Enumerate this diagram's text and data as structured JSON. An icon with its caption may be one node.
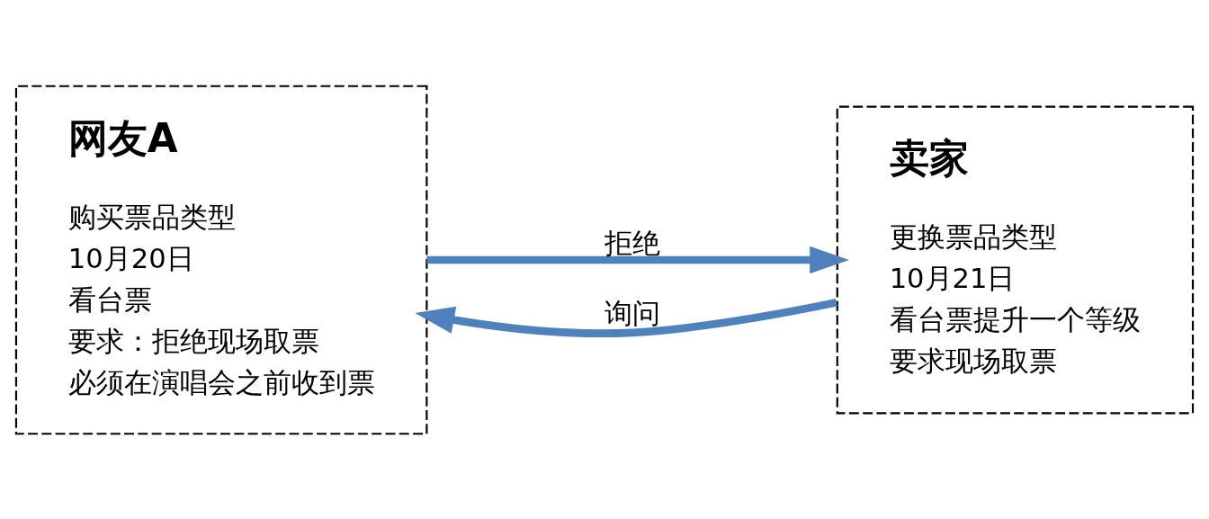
{
  "diagram": {
    "nodes": [
      {
        "text": [
          "网友A",
          "购买票品类型",
          "10月20日",
          "看台票",
          "要求：拒绝现场取票",
          "必须在演唱会之前收到票"
        ]
      },
      {
        "text": [
          "卖家",
          "更换票品类型",
          "10月21日",
          "看台票提升一个等级",
          "要求现场取票"
        ]
      }
    ],
    "edges": [
      {
        "from": 1,
        "to": 0,
        "arrow": "to",
        "label": "询问"
      },
      {
        "from": 0,
        "to": 1,
        "arrow": "to",
        "label": "拒绝"
      }
    ]
  }
}
